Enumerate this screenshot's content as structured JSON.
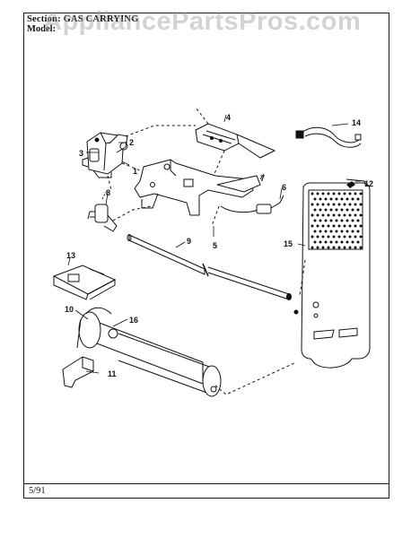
{
  "header": {
    "section_text": "Section: GAS CARRYING",
    "model_text": "Model: "
  },
  "footer": {
    "date": "5/91"
  },
  "watermark": "AppliancePartsPros.com",
  "part_labels": [
    "1",
    "2",
    "3",
    "4",
    "5",
    "6",
    "7",
    "8",
    "9",
    "10",
    "11",
    "12",
    "13",
    "14",
    "15",
    "16"
  ],
  "line_color": "#111111"
}
